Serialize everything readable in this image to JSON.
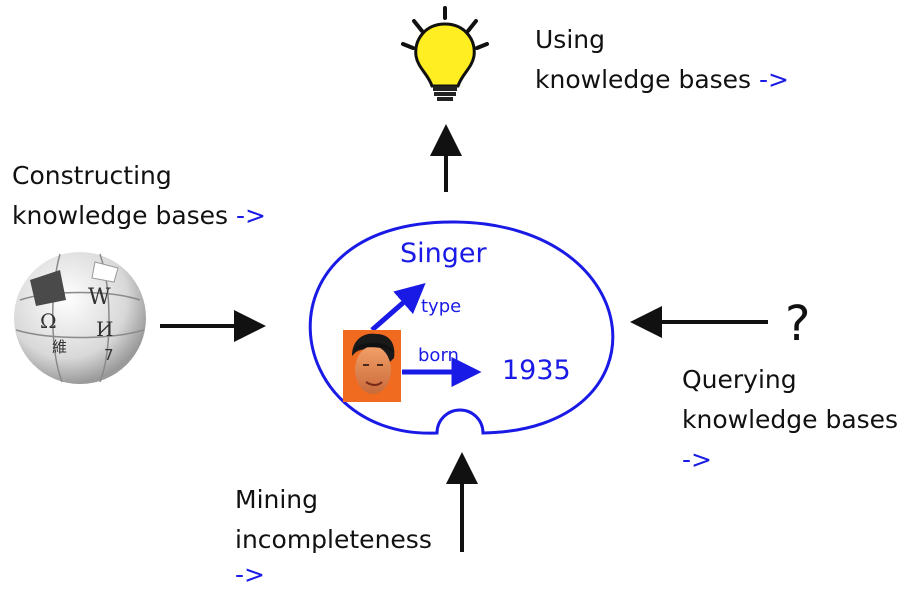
{
  "colors": {
    "accent": "#1a1ae6",
    "text": "#111111",
    "bulb": "#ffee22"
  },
  "using": {
    "line1": "Using",
    "line2": "knowledge bases",
    "link": "->"
  },
  "constructing": {
    "line1": "Constructing",
    "line2": "knowledge bases",
    "link": "->"
  },
  "querying": {
    "line1": "Querying",
    "line2": "knowledge bases",
    "link": "->",
    "symbol": "?"
  },
  "mining": {
    "line1": "Mining",
    "line2": "incompleteness",
    "link": "->"
  },
  "kb": {
    "class_label": "Singer",
    "type_label": "type",
    "born_label": "born",
    "year_label": "1935"
  },
  "icons": {
    "top": "lightbulb-icon",
    "left": "wikipedia-globe-icon",
    "entity": "elvis-photo-icon"
  },
  "wiki_glyphs": [
    "W",
    "Ω",
    "И",
    "維",
    "7"
  ]
}
